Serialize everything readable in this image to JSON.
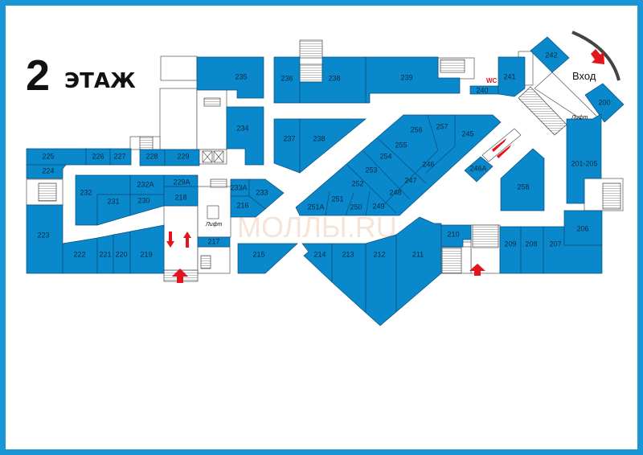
{
  "title": {
    "number": "2",
    "text": "ЭТАЖ"
  },
  "watermark": "МОЛЛЫ.RU",
  "labels": {
    "entrance": "Вход",
    "lift_left": "Лифт",
    "lift_right": "Лифт",
    "wc": "WC"
  },
  "colors": {
    "frame": "#1a95d6",
    "room": "#0a88cc",
    "arrow": "#e3141b"
  },
  "rooms": {
    "r235": "235",
    "r236": "236",
    "r238a": "238",
    "r239": "239",
    "r240": "240",
    "r241": "241",
    "r242": "242",
    "r200": "200",
    "r234": "234",
    "r237": "237",
    "r238b": "238",
    "r225": "225",
    "r226": "226",
    "r227": "227",
    "r228": "228",
    "r229": "229",
    "r224": "224",
    "r232": "232",
    "r232a": "232A",
    "r229a": "229A",
    "r231": "231",
    "r230": "230",
    "r218": "218",
    "r233a": "233A",
    "r233": "233",
    "r216": "216",
    "r223": "223",
    "r222": "222",
    "r221": "221",
    "r220": "220",
    "r219": "219",
    "r217": "217",
    "r215": "215",
    "r214": "214",
    "r213": "213",
    "r212": "212",
    "r211": "211",
    "r210": "210",
    "r209": "209",
    "r208": "208",
    "r207": "207",
    "r206": "206",
    "r201": "201-205",
    "r258": "258",
    "r246a": "246A",
    "r256": "256",
    "r257": "257",
    "r245": "245",
    "r255": "255",
    "r254": "254",
    "r246": "246",
    "r253": "253",
    "r247": "247",
    "r252": "252",
    "r248": "248",
    "r251": "251",
    "r250": "250",
    "r249": "249",
    "r251a": "251A"
  }
}
